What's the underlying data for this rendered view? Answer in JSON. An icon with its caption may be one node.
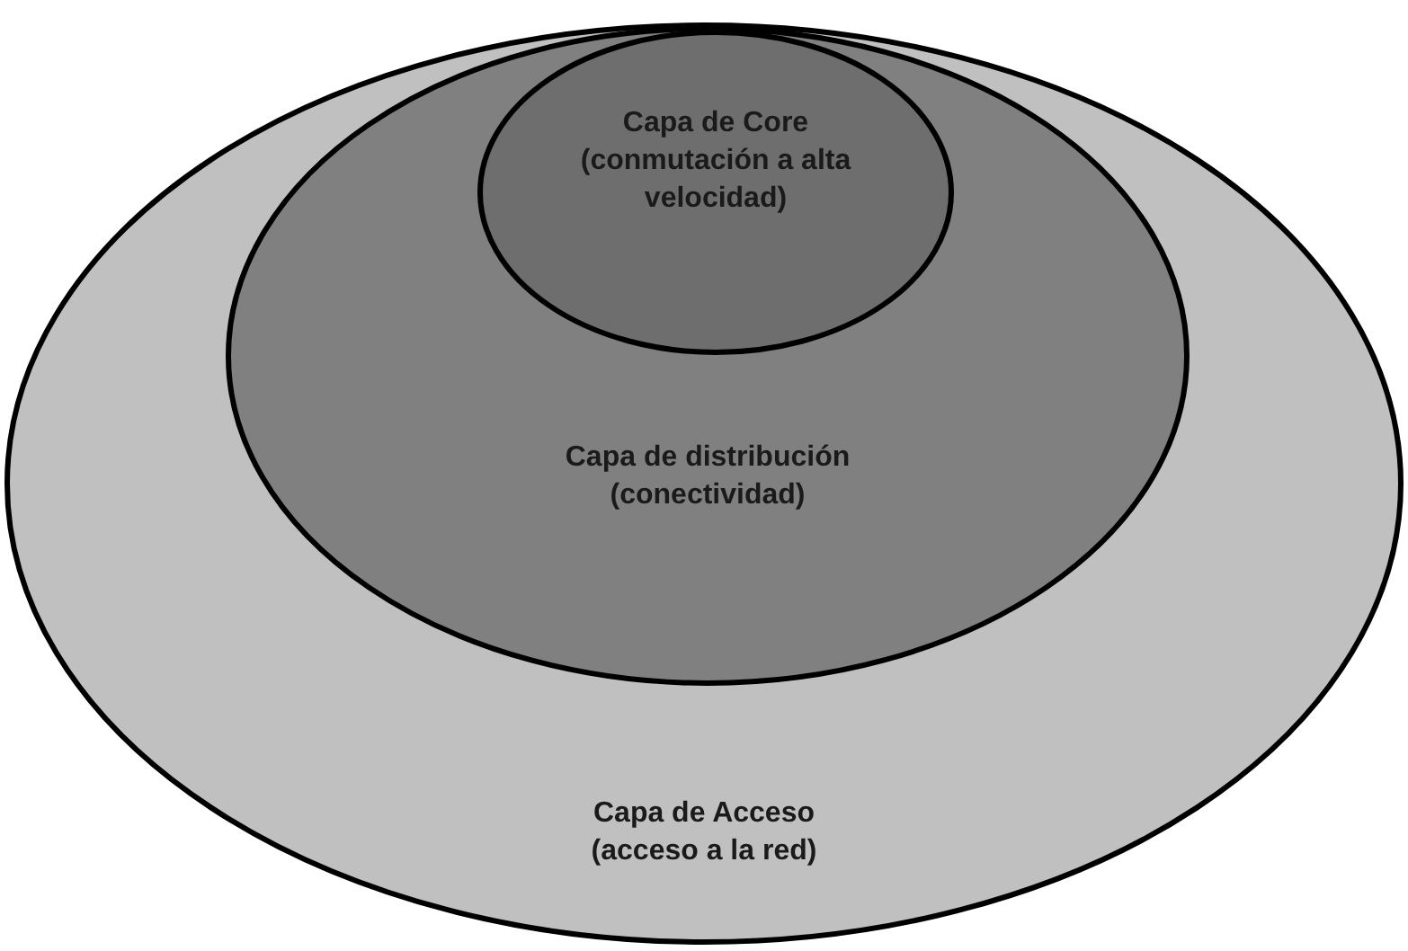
{
  "diagram": {
    "nodes": [
      {
        "text": [
          "Capa de Acceso",
          "(acceso a la red)"
        ]
      },
      {
        "text": [
          "Capa de distribución",
          "(conectividad)"
        ],
        "in": 0
      },
      {
        "text": [
          "Capa de Core",
          "(conmutación a alta velocidad)"
        ],
        "in": 1
      }
    ]
  }
}
